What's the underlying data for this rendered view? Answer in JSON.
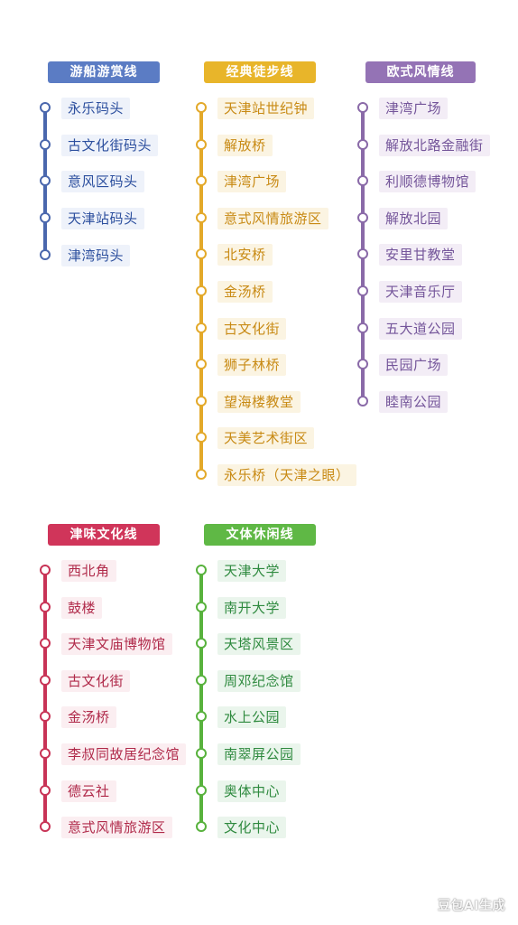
{
  "routes": [
    {
      "name": "游船游赏线",
      "colors": {
        "title_bg": "#5b7cc4",
        "line": "#4a67ad",
        "label_bg": "#eef2fa",
        "label_text": "#2c4f9e"
      },
      "stations": [
        "永乐码头",
        "古文化街码头",
        "意风区码头",
        "天津站码头",
        "津湾码头"
      ]
    },
    {
      "name": "经典徒步线",
      "colors": {
        "title_bg": "#e8b52a",
        "line": "#e3a92a",
        "label_bg": "#fbf4e2",
        "label_text": "#c88a14"
      },
      "stations": [
        "天津站世纪钟",
        "解放桥",
        "津湾广场",
        "意式风情旅游区",
        "北安桥",
        "金汤桥",
        "古文化街",
        "狮子林桥",
        "望海楼教堂",
        "天美艺术街区",
        "永乐桥（天津之眼）"
      ]
    },
    {
      "name": "欧式风情线",
      "colors": {
        "title_bg": "#9473b5",
        "line": "#8a6aa8",
        "label_bg": "#f3edf6",
        "label_text": "#74559a"
      },
      "stations": [
        "津湾广场",
        "解放北路金融街",
        "利顺德博物馆",
        "解放北园",
        "安里甘教堂",
        "天津音乐厅",
        "五大道公园",
        "民园广场",
        "睦南公园"
      ]
    },
    {
      "name": "津味文化线",
      "colors": {
        "title_bg": "#d0355a",
        "line": "#c83356",
        "label_bg": "#fbeef1",
        "label_text": "#b02a4a"
      },
      "stations": [
        "西北角",
        "鼓楼",
        "天津文庙博物馆",
        "古文化街",
        "金汤桥",
        "李叔同故居纪念馆",
        "德云社",
        "意式风情旅游区"
      ]
    },
    {
      "name": "文体休闲线",
      "colors": {
        "title_bg": "#5fb845",
        "line": "#58b23d",
        "label_bg": "#eaf5ec",
        "label_text": "#2f8a3f"
      },
      "stations": [
        "天津大学",
        "南开大学",
        "天塔风景区",
        "周邓纪念馆",
        "水上公园",
        "南翠屏公园",
        "奥体中心",
        "文化中心"
      ]
    }
  ],
  "watermark": "豆包AI生成"
}
